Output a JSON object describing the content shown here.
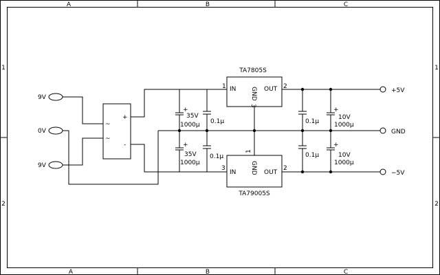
{
  "border": {
    "columns": [
      "A",
      "B",
      "C"
    ],
    "rows": [
      "1",
      "2"
    ]
  },
  "inputs": {
    "top": "9V",
    "middle": "0V",
    "bottom": "9V"
  },
  "bridge": {
    "ac1": "~",
    "ac2": "~",
    "plus": "+",
    "minus": "-"
  },
  "reg_pos": {
    "name": "TA7805S",
    "in": "IN",
    "out": "OUT",
    "gnd": "GND",
    "pin1": "1",
    "pin2": "2",
    "pin3": "3"
  },
  "reg_neg": {
    "name": "TA79005S",
    "in": "IN",
    "out": "OUT",
    "gnd": "GND",
    "pin1": "1",
    "pin2": "2",
    "pin3": "3"
  },
  "caps": {
    "c1": {
      "voltage": "35V",
      "value": "1000µ"
    },
    "c2": {
      "value": "0.1µ"
    },
    "c3": {
      "voltage": "35V",
      "value": "1000µ"
    },
    "c4": {
      "value": "0.1µ"
    },
    "c5": {
      "value": "0.1µ"
    },
    "c6": {
      "voltage": "10V",
      "value": "1000µ"
    },
    "c7": {
      "value": "0.1µ"
    },
    "c8": {
      "voltage": "10V",
      "value": "1000µ"
    }
  },
  "outputs": {
    "pos": "+5V",
    "gnd": "GND",
    "neg": "−5V"
  }
}
